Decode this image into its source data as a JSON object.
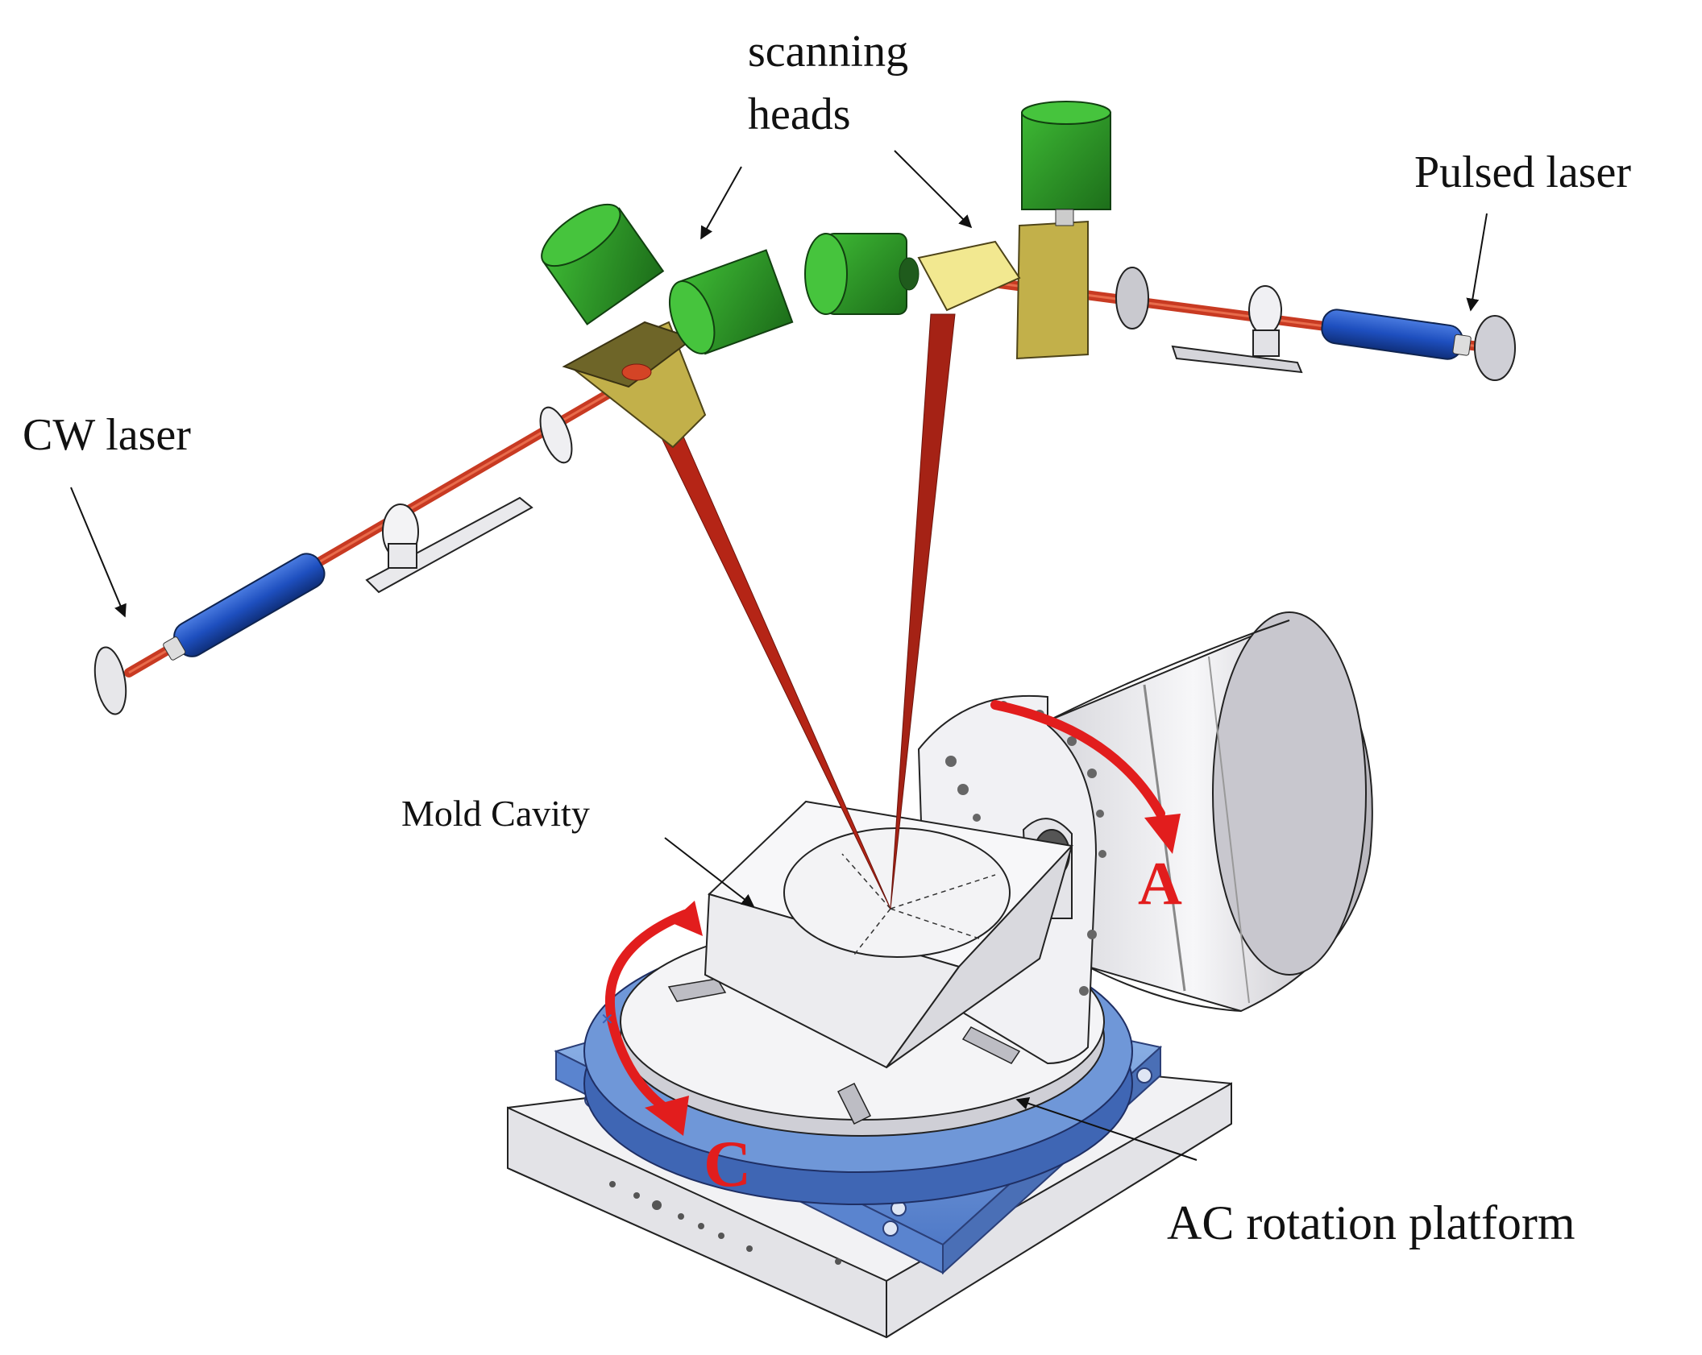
{
  "labels": {
    "scanning_line1": "scanning",
    "scanning_line2": "heads",
    "pulsed_laser": "Pulsed laser",
    "cw_laser": "CW laser",
    "mold_cavity": "Mold Cavity",
    "ac_platform": "AC rotation platform",
    "axis_a": "A",
    "axis_c": "C"
  },
  "colors": {
    "beam": "#c1281a",
    "scanner_motor": "#2f9a2a",
    "mirror": "#c2b04a",
    "laser_tube": "#1e4fbf",
    "platform_blue": "#7ea6dc",
    "axis_arrow": "#e21d1d"
  }
}
